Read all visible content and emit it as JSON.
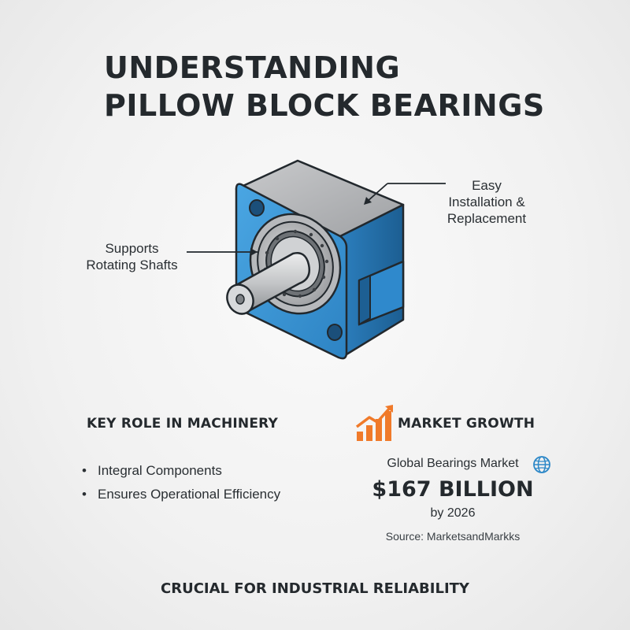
{
  "title": {
    "line1": "UNDERSTANDING",
    "line2": "PILLOW BLOCK BEARINGS"
  },
  "callouts": {
    "left": "Supports Rotating Shafts",
    "right": "Easy Installation & Replacement"
  },
  "key_role": {
    "heading": "KEY ROLE IN MACHINERY",
    "items": [
      "Integral Components",
      "Ensures Operational Efficiency"
    ]
  },
  "market": {
    "heading": "MARKET GROWTH",
    "label": "Global Bearings Market",
    "value": "$167 BILLION",
    "by": "by 2026",
    "source": "Source: MarketsandMarkks",
    "icons": [
      "growth-chart-icon",
      "globe-icon"
    ]
  },
  "footer": "CRUCIAL FOR INDUSTRIAL RELIABILITY",
  "colors": {
    "housing_blue": "#3b96d6",
    "housing_dark": "#1d5f93",
    "accent_orange": "#f07a2a",
    "globe_blue": "#2d88c8",
    "text": "#24292d"
  }
}
